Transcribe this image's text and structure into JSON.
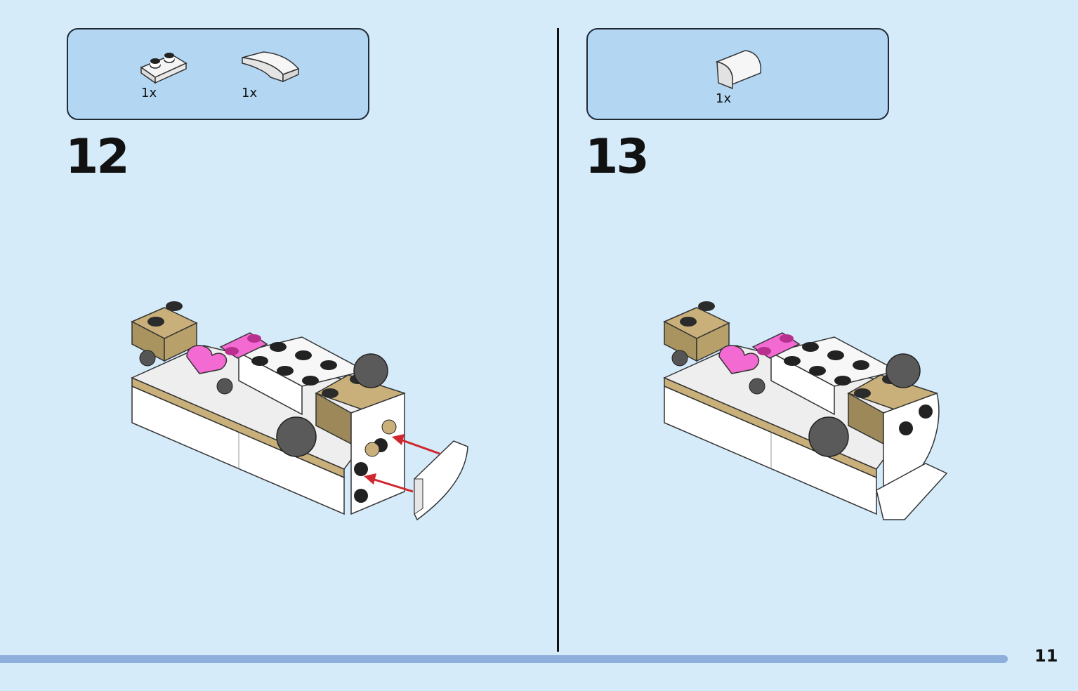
{
  "steps": [
    {
      "number": "12",
      "parts": [
        {
          "qty": "1x",
          "icon": "plate-1x2-white-icon"
        },
        {
          "qty": "1x",
          "icon": "curved-slope-white-icon"
        }
      ]
    },
    {
      "number": "13",
      "parts": [
        {
          "qty": "1x",
          "icon": "curved-slope-white-icon"
        }
      ]
    }
  ],
  "page_number": "11",
  "colors": {
    "background": "#d5ebfa",
    "parts_box": "#b3d6f3",
    "progress_bar": "#8eafdc",
    "arrow": "#d0262e",
    "tan": "#c9b07a",
    "pink": "#f26ad2",
    "dark_gray": "#4b4b4b"
  }
}
